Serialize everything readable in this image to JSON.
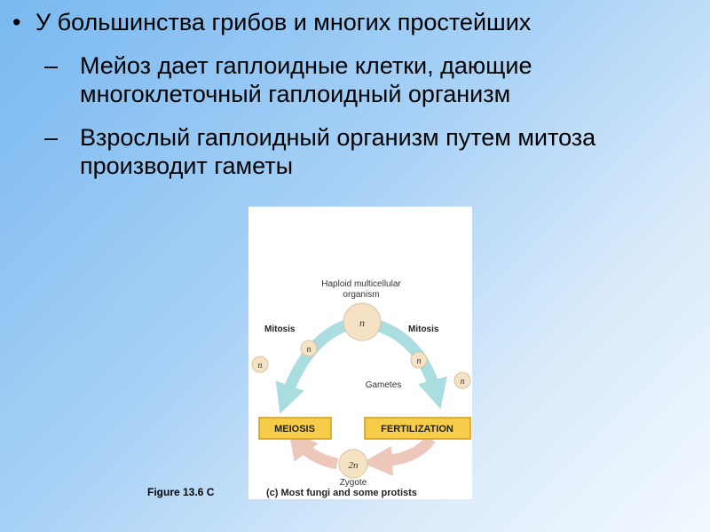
{
  "slide": {
    "bullet_main": "У большинства грибов и многих простейших",
    "sub_bullets": [
      "Мейоз дает гаплоидные клетки, дающие многоклеточный гаплоидный организм",
      "Взрослый гаплоидный организм путем митоза производит гаметы"
    ]
  },
  "diagram": {
    "top_label": "Haploid multicellular organism",
    "top_cell": "n",
    "mitosis_left": "Mitosis",
    "mitosis_right": "Mitosis",
    "left_cell_inner": "n",
    "left_cell_outer": "n",
    "right_cell_inner": "n",
    "right_cell_outer": "n",
    "gametes_label": "Gametes",
    "meiosis_label": "MEIOSIS",
    "fertilization_label": "FERTILIZATION",
    "zygote_cell": "2n",
    "zygote_label": "Zygote",
    "caption": "(c) Most fungi and some protists",
    "figure_number": "Figure 13.6 C",
    "colors": {
      "haploid_arrow": "#a9dde0",
      "diploid_arrow": "#ecc7ba",
      "cell_fill": "#f5e2c4",
      "box_fill": "#f6cd48",
      "box_border": "#d09a1a"
    }
  }
}
